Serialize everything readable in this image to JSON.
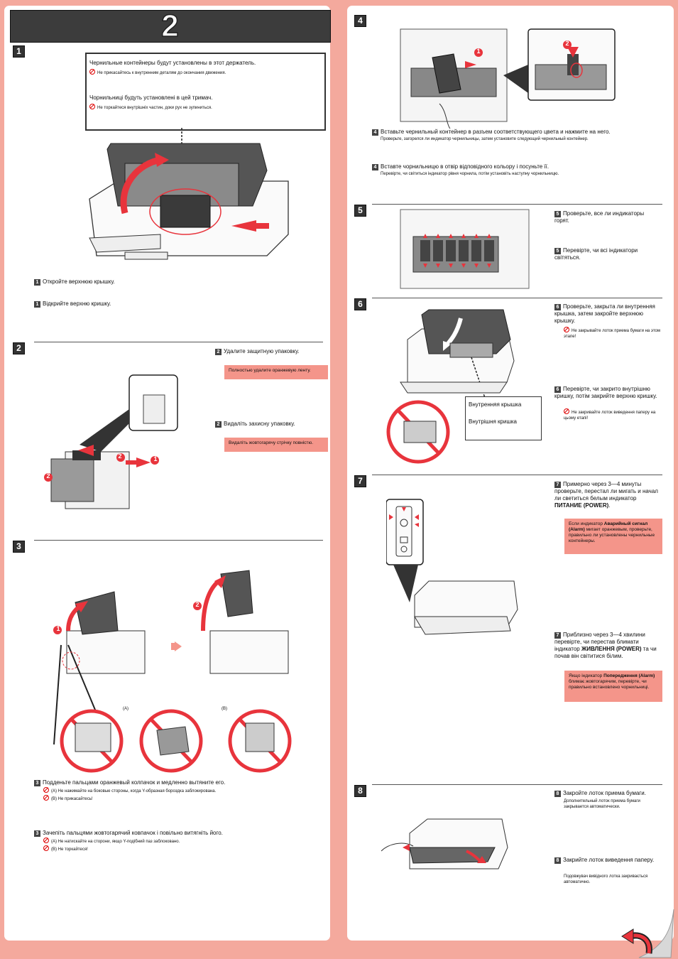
{
  "header": {
    "step_number": "2"
  },
  "s1": {
    "num": "1",
    "callout_ru": "Чернильные контейнеры будут установлены в этот держатель.",
    "callout_ru_warn": "Не прикасайтесь к внутренним деталям до окончания движения.",
    "callout_uk": "Чорнильниці будуть установлені в цей тримач.",
    "callout_uk_warn": "Не торкайтеся внутрішніх частин, доки рух не зупиниться.",
    "text_ru": "Откройте верхнюю крышку.",
    "text_uk": "Відкрийте верхню кришку."
  },
  "s2": {
    "num": "2",
    "text_ru": "Удалите защитную упаковку.",
    "note_ru": "Полностью удалите оранжевую ленту.",
    "text_uk": "Видаліть захисну упаковку.",
    "note_uk": "Видаліть жовтогарячу стрічку повністю.",
    "mark1": "1",
    "mark2": "2",
    "mark3": "2"
  },
  "s3": {
    "num": "3",
    "label_a": "(A)",
    "label_b": "(B)",
    "mark1": "1",
    "mark2": "2",
    "text_ru": "Подденьте пальцами оранжевый колпачок и медленно вытяните его.",
    "warn_ru_a": "(A) Не нажимайте на боковые стороны, когда Y-образная бороздка заблокирована.",
    "warn_ru_b": "(B) Не прикасайтесь!",
    "text_uk": "Зачепіть пальцями жовтогарячий ковпачок і повільно витягніть його.",
    "warn_uk_a": "(A) Не натискайте на сторони, якщо Y-подібний паз заблоковано.",
    "warn_uk_b": "(B) Не торкайтеся!"
  },
  "s4": {
    "num": "4",
    "mark1": "1",
    "mark2": "2",
    "text_ru": "Вставьте чернильный контейнер в разъем соответствующего цвета и нажмите на него.",
    "sub_ru": "Проверьте, загорелся ли индикатор чернильницы, затем установите следующий чернильный контейнер.",
    "text_uk": "Вставте чорнильницю в отвір відповідного кольору і посуньте її.",
    "sub_uk": "Перевірте, чи світиться індикатор рівня чорнила, потім установіть наступну чорнильницю."
  },
  "s5": {
    "num": "5",
    "text_ru": "Проверьте, все ли индикаторы горят.",
    "text_uk": "Перевірте, чи всі індикатори світяться."
  },
  "s6": {
    "num": "6",
    "text_ru": "Проверьте, закрыта ли внутренняя крышка, затем закройте верхнюю крышку.",
    "warn_ru": "Не закрывайте лоток приема бумаги на этом этапе!",
    "text_uk": "Перевірте, чи закрито внутрішню кришку, потім закрийте верхню кришку.",
    "warn_uk": "Не закривайте лоток виведення паперу на цьому етапі!",
    "label_ru": "Внутренняя крышка",
    "label_uk": "Внутрішня кришка"
  },
  "s7": {
    "num": "7",
    "text_ru_1": "Примерно через 3—4 минуты проверьте, перестал ли мигать и начал ли светиться белым индикатор ",
    "text_ru_b": "ПИТАНИЕ (POWER)",
    "text_ru_2": ".",
    "note_ru_1": "Если индикатор ",
    "note_ru_b": "Аварийный сигнал (Alarm)",
    "note_ru_2": " мигает оранжевым, проверьте, правильно ли установлены чернильные контейнеры.",
    "text_uk_1": "Приблизно через 3—4 хвилини перевірте, чи перестав блимати індикатор ",
    "text_uk_b": "ЖИВЛЕННЯ (POWER)",
    "text_uk_2": " та чи почав він світитися білим.",
    "note_uk_1": "Якщо індикатор ",
    "note_uk_b": "Попередження (Alarm)",
    "note_uk_2": " блимає жовтогарячим, перевірте, чи правильно встановлено чорнильниці."
  },
  "s8": {
    "num": "8",
    "text_ru": "Закройте лоток приема бумаги.",
    "sub_ru": "Дополнительный лоток приема бумаги закрывается автоматически.",
    "text_uk": "Закрийте лоток виведення паперу.",
    "sub_uk": "Подовжувач вивідного лотка закривається автоматично."
  },
  "colors": {
    "accent_red": "#e8343c",
    "note_pink": "#f4958a",
    "page_bg": "#f4a99d",
    "dark": "#3c3c3c"
  }
}
